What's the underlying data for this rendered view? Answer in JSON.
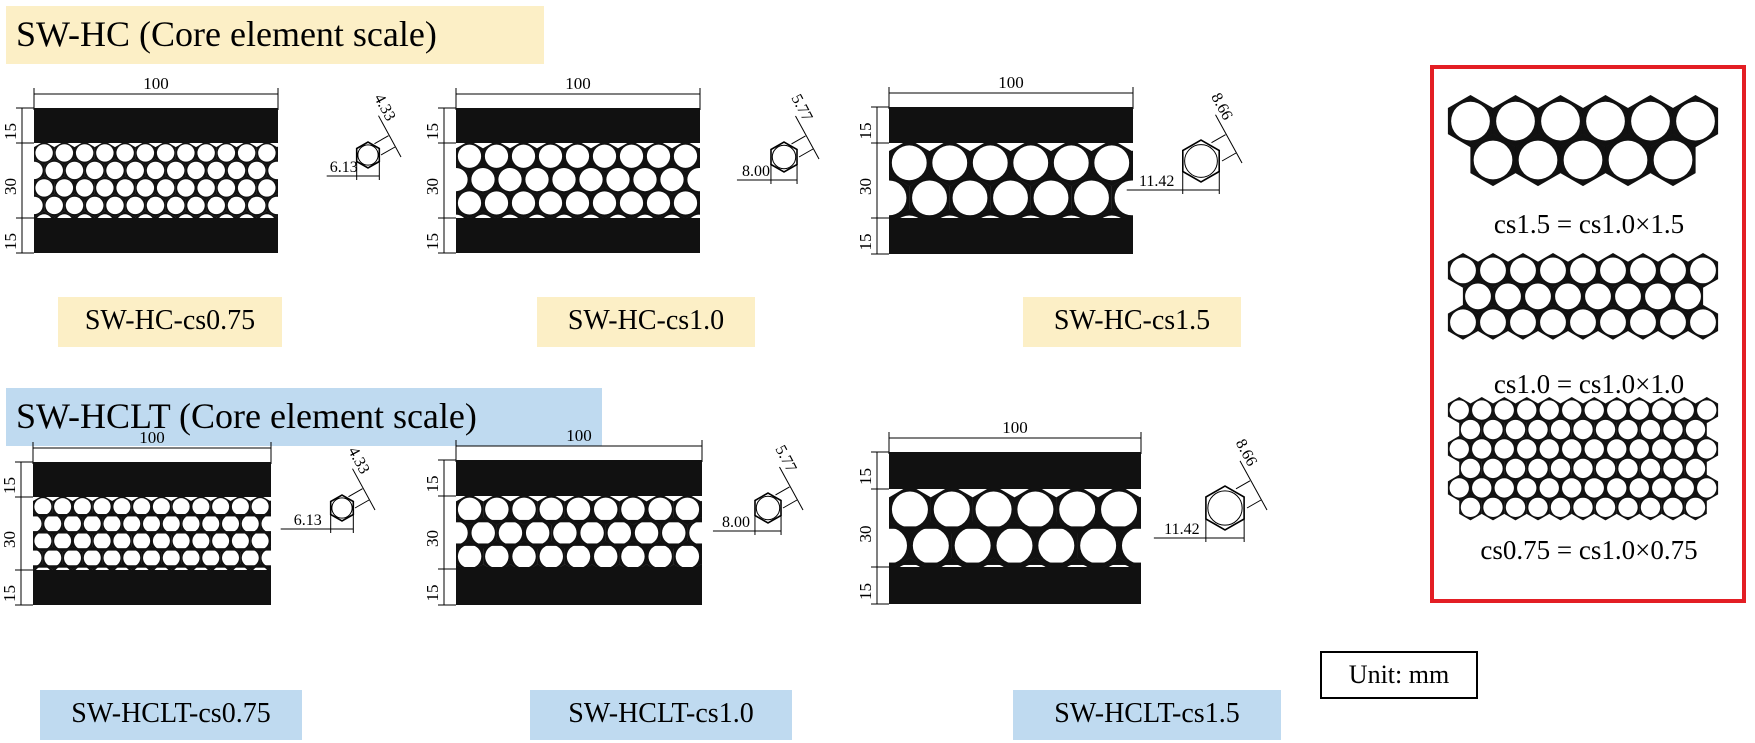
{
  "titles": {
    "hc": "SW-HC (Core element scale)",
    "hclt": "SW-HCLT (Core element scale)"
  },
  "dimensions": {
    "width": "100",
    "face": "15",
    "core": "30"
  },
  "specimens": [
    {
      "id": "hc075",
      "label": "SW-HC-cs0.75",
      "cell_edge": "4.33",
      "cell_width": "6.13",
      "scale": 0.75,
      "group": "hc"
    },
    {
      "id": "hc10",
      "label": "SW-HC-cs1.0",
      "cell_edge": "5.77",
      "cell_width": "8.00",
      "scale": 1.0,
      "group": "hc"
    },
    {
      "id": "hc15",
      "label": "SW-HC-cs1.5",
      "cell_edge": "8.66",
      "cell_width": "11.42",
      "scale": 1.5,
      "group": "hc"
    },
    {
      "id": "hclt075",
      "label": "SW-HCLT-cs0.75",
      "cell_edge": "4.33",
      "cell_width": "6.13",
      "scale": 0.75,
      "group": "hclt"
    },
    {
      "id": "hclt10",
      "label": "SW-HCLT-cs1.0",
      "cell_edge": "5.77",
      "cell_width": "8.00",
      "scale": 1.0,
      "group": "hclt"
    },
    {
      "id": "hclt15",
      "label": "SW-HCLT-cs1.5",
      "cell_edge": "8.66",
      "cell_width": "11.42",
      "scale": 1.5,
      "group": "hclt"
    }
  ],
  "legend": {
    "items": [
      {
        "caption": "cs1.5 = cs1.0×1.5",
        "scale": 1.5
      },
      {
        "caption": "cs1.0 = cs1.0×1.0",
        "scale": 1.0
      },
      {
        "caption": "cs0.75 = cs1.0×0.75",
        "scale": 0.75
      }
    ]
  },
  "unit": "Unit: mm",
  "colors": {
    "hc_label_bg": "#fcefc6",
    "hclt_label_bg": "#bfdaf0",
    "legend_border": "#e31e24",
    "panel_fill": "#111111"
  }
}
